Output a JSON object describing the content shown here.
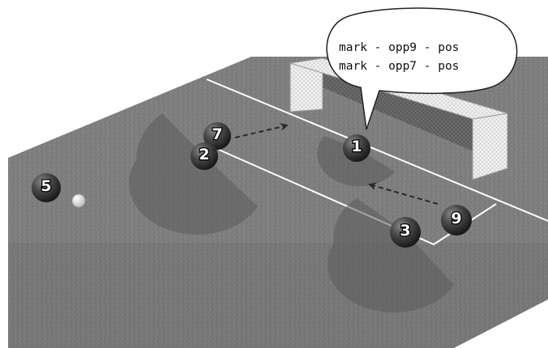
{
  "speech_bubble": {
    "lines": [
      "mark - opp9 - pos",
      "mark - opp7 - pos"
    ]
  },
  "players": [
    {
      "id": "player-7",
      "number": "7"
    },
    {
      "id": "player-2",
      "number": "2"
    },
    {
      "id": "player-5",
      "number": "5"
    },
    {
      "id": "player-1",
      "number": "1"
    },
    {
      "id": "player-3",
      "number": "3"
    },
    {
      "id": "player-9",
      "number": "9"
    }
  ],
  "colors": {
    "field": "#7e7e7e",
    "field_dark": "#6c6c6c",
    "lines": "#ffffff",
    "zone": "#5f5f5f",
    "player": "#3a3a3a",
    "ball": "#e6e6e6",
    "arrow": "#2a2a2a"
  }
}
